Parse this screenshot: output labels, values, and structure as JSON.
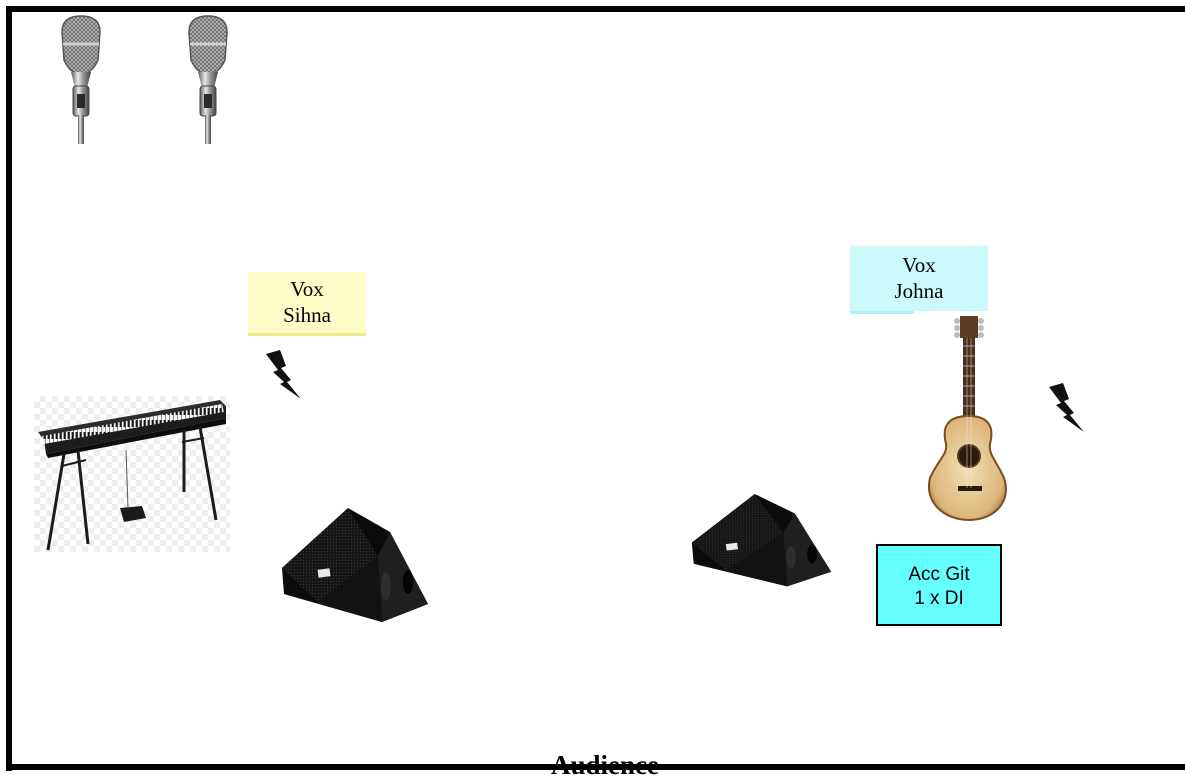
{
  "stage": {
    "vocal_labels": [
      {
        "line1": "Vox",
        "line2": "Sihna",
        "color": "#fefcc9"
      },
      {
        "line1": "Vox",
        "line2": "Johna",
        "color": "#ccfafc"
      }
    ],
    "di_box": {
      "line1": "Acc Git",
      "line2": "1 x DI",
      "color": "#66ffff"
    },
    "audience_label": "Audience"
  },
  "icons": [
    "microphone-icon",
    "microphone-icon",
    "keyboard-piano-icon",
    "stage-monitor-icon",
    "stage-monitor-icon",
    "acoustic-guitar-icon",
    "wireless-signal-icon",
    "wireless-signal-icon"
  ]
}
